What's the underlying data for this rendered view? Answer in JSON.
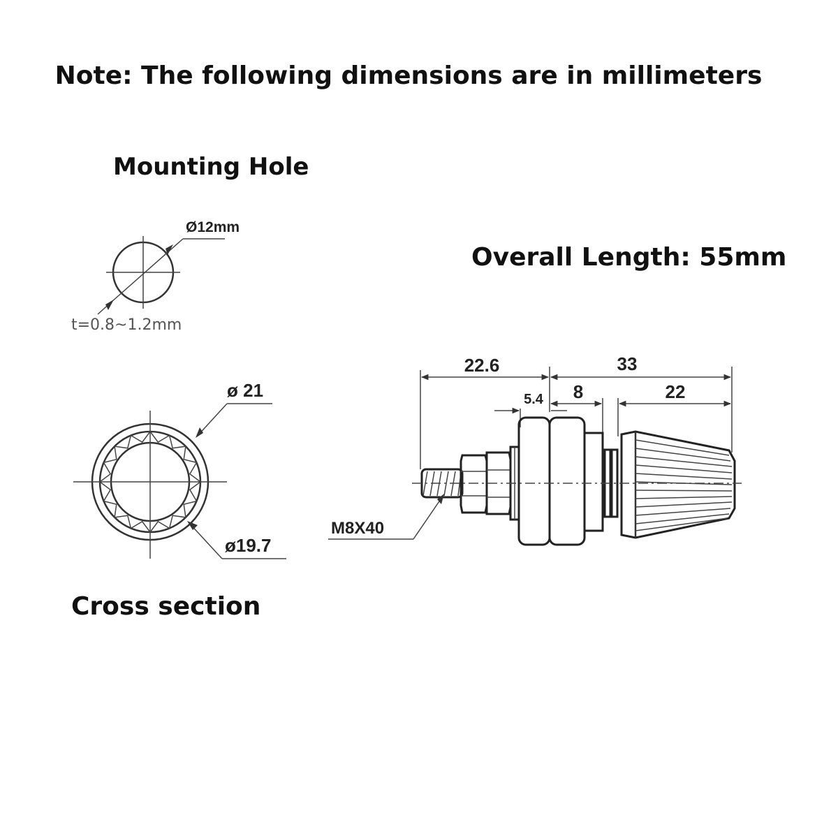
{
  "note": "Note: The following dimensions are in millimeters",
  "mounting_hole": {
    "title": "Mounting Hole",
    "diameter_label": "Ø12mm",
    "thickness_label": "t=0.8~1.2mm"
  },
  "cross_section": {
    "title": "Cross section",
    "outer_diameter_label": "ø 21",
    "inner_diameter_label": "ø19.7"
  },
  "side_view": {
    "overall_length": "Overall Length: 55mm",
    "dims": {
      "left_span": "22.6",
      "right_span": "33",
      "nut_width": "5.4",
      "body_width": "8",
      "cap_length": "22"
    },
    "thread_label": "M8X40"
  }
}
